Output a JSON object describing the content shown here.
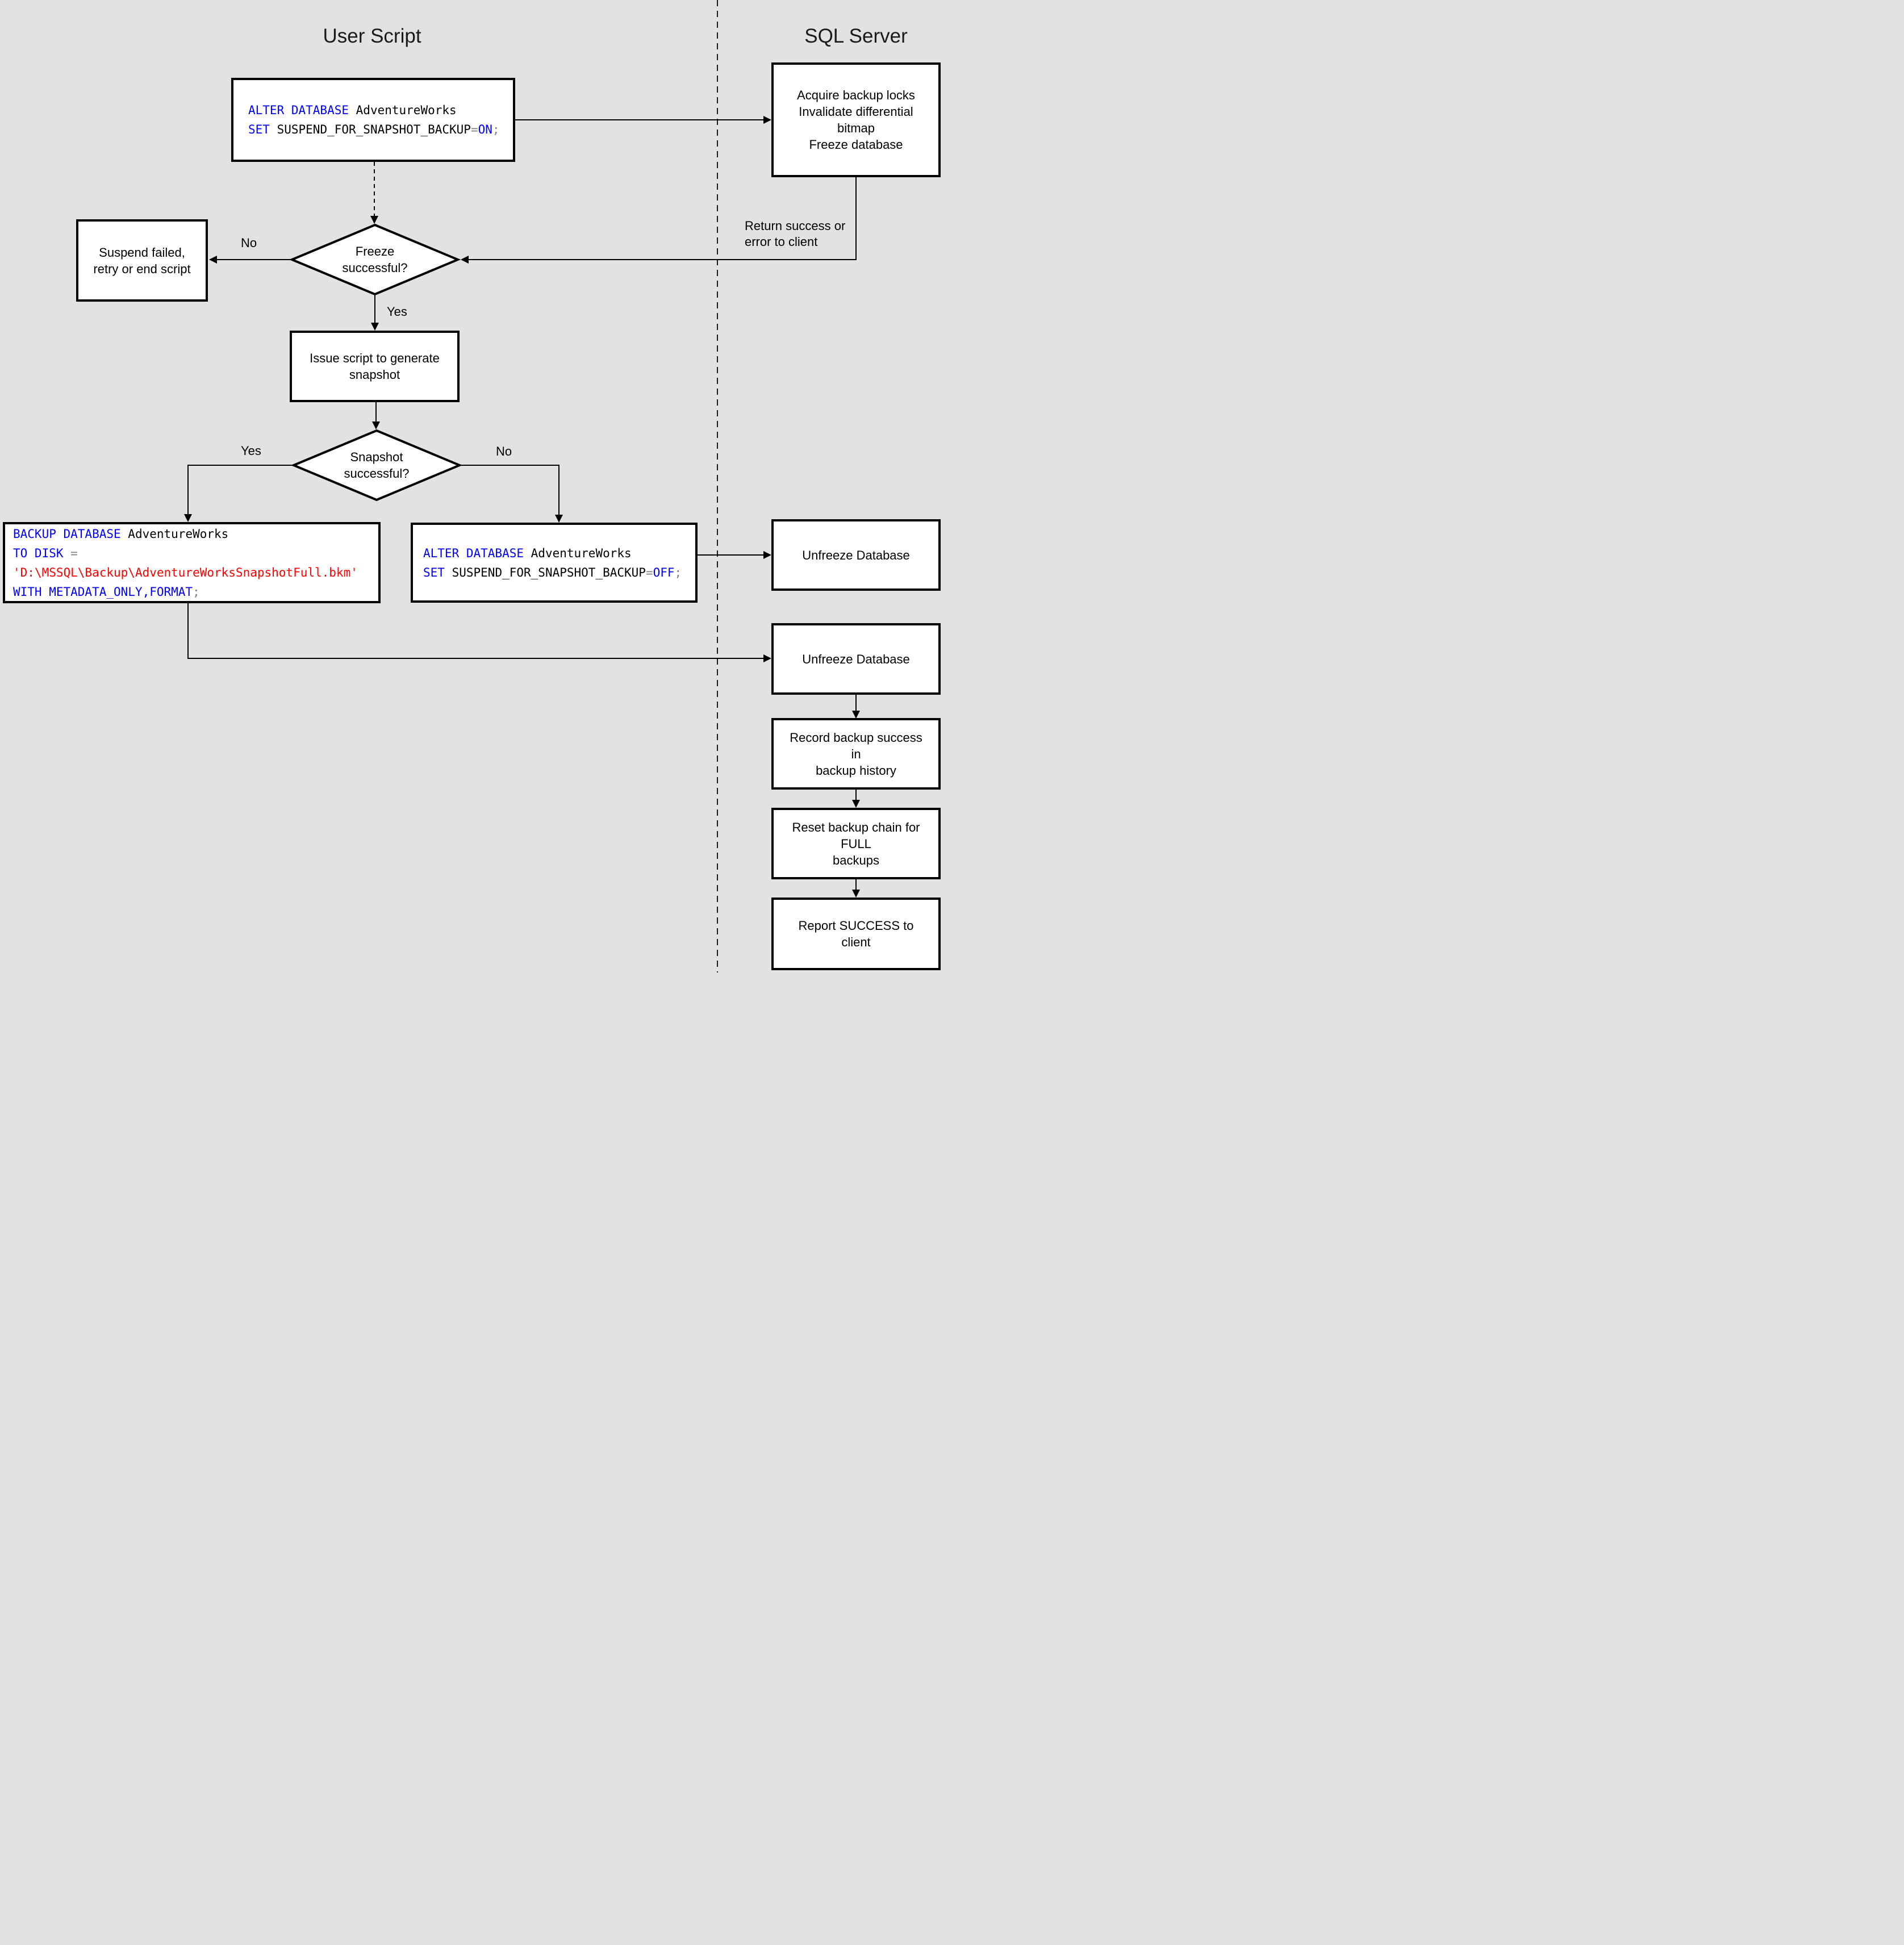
{
  "titles": {
    "left": "User Script",
    "right": "SQL Server"
  },
  "colors": {
    "background": "#e2e2e2",
    "node_fill": "#ffffff",
    "node_border": "#000000",
    "line": "#000000",
    "sql_keyword": "#0000ff",
    "sql_identifier": "#000000",
    "sql_operator": "#808080",
    "sql_string": "#ff0000"
  },
  "labels": {
    "return_note": [
      "Return success or",
      "error to client"
    ],
    "freeze_no": "No",
    "freeze_yes": "Yes",
    "snapshot_yes": "Yes",
    "snapshot_no": "No"
  },
  "nodes": {
    "alter_on": {
      "code": [
        [
          [
            "ALTER DATABASE",
            "kw"
          ],
          [
            " AdventureWorks",
            "id"
          ]
        ],
        [
          [
            "SET",
            "kw"
          ],
          [
            " SUSPEND_FOR_SNAPSHOT_BACKUP",
            "id"
          ],
          [
            "=",
            "op"
          ],
          [
            "ON",
            "kw"
          ],
          [
            ";",
            "op"
          ]
        ]
      ]
    },
    "acquire": {
      "lines": [
        "Acquire backup locks",
        "Invalidate differential bitmap",
        "Freeze database"
      ]
    },
    "freeze_q": {
      "lines": [
        "Freeze",
        "successful?"
      ]
    },
    "suspend_failed": {
      "lines": [
        "Suspend failed,",
        "retry or end script"
      ]
    },
    "issue_script": {
      "lines": [
        "Issue script to generate",
        "snapshot"
      ]
    },
    "snapshot_q": {
      "lines": [
        "Snapshot",
        "successful?"
      ]
    },
    "backup": {
      "code": [
        [
          [
            "BACKUP DATABASE",
            "kw"
          ],
          [
            " AdventureWorks",
            "id"
          ]
        ],
        [
          [
            "TO DISK",
            "kw"
          ],
          [
            " ",
            "id"
          ],
          [
            "=",
            "op"
          ]
        ],
        [
          [
            "'D:\\MSSQL\\Backup\\AdventureWorksSnapshotFull.bkm'",
            "str"
          ]
        ],
        [
          [
            "WITH METADATA_ONLY,FORMAT",
            "kw"
          ],
          [
            ";",
            "op"
          ]
        ]
      ]
    },
    "alter_off": {
      "code": [
        [
          [
            "ALTER DATABASE",
            "kw"
          ],
          [
            " AdventureWorks",
            "id"
          ]
        ],
        [
          [
            "SET",
            "kw"
          ],
          [
            " SUSPEND_FOR_SNAPSHOT_BACKUP",
            "id"
          ],
          [
            "=",
            "op"
          ],
          [
            "OFF",
            "kw"
          ],
          [
            ";",
            "op"
          ]
        ]
      ]
    },
    "unfreeze1": {
      "text": "Unfreeze Database"
    },
    "unfreeze2": {
      "text": "Unfreeze Database"
    },
    "record": {
      "lines": [
        "Record backup success in",
        "backup history"
      ]
    },
    "reset": {
      "lines": [
        "Reset backup chain for FULL",
        "backups"
      ]
    },
    "report": {
      "text": "Report SUCCESS to client"
    }
  }
}
